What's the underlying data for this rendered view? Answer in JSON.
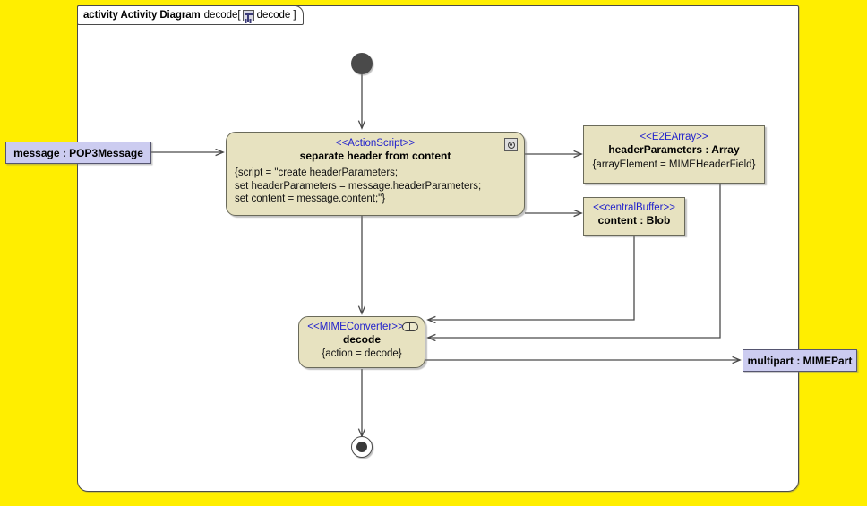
{
  "canvas": {
    "background_color": "#ffee00",
    "frame_color": "#ffffff"
  },
  "frame": {
    "keyword": "activity Activity Diagram",
    "name": "decode[",
    "icon": "activity-diagram-icon",
    "tab_label": "decode",
    "bracket_close": "]"
  },
  "nodes": {
    "initial": {
      "name": "initial-node",
      "color": "#4a4a4a"
    },
    "final": {
      "name": "activity-final-node",
      "color": "#3a3a3a"
    },
    "input_pin": {
      "label": "message : POP3Message",
      "fill": "#ccccf0"
    },
    "output_pin": {
      "label": "multipart : MIMEPart",
      "fill": "#ccccf0"
    },
    "action_script": {
      "stereotype": "<<ActionScript>>",
      "name": "separate header from content",
      "icon": "script-gear-icon",
      "body_lines": [
        "{script = \"create headerParameters;",
        "set headerParameters = message.headerParameters;",
        "set content = message.content;\"}"
      ],
      "fill": "#e7e2c0"
    },
    "header_parameters": {
      "stereotype": "<<E2EArray>>",
      "name": "headerParameters : Array",
      "body": "{arrayElement = MIMEHeaderField}",
      "fill": "#e7e2c0"
    },
    "content_buffer": {
      "stereotype": "<<centralBuffer>>",
      "name": "content : Blob",
      "fill": "#e7e2c0"
    },
    "decode_action": {
      "stereotype": "<<MIMEConverter>>",
      "name": "decode",
      "icon": "signal-pill-icon",
      "body": "{action = decode}",
      "fill": "#e7e2c0"
    }
  },
  "edges": [
    {
      "name": "edge-message-to-separate",
      "from": "message : POP3Message",
      "to": "separate header from content"
    },
    {
      "name": "edge-initial-to-separate",
      "from": "initial-node",
      "to": "separate header from content"
    },
    {
      "name": "edge-separate-to-headerParameters",
      "from": "separate header from content",
      "to": "headerParameters : Array"
    },
    {
      "name": "edge-separate-to-content",
      "from": "separate header from content",
      "to": "content : Blob"
    },
    {
      "name": "edge-separate-to-decode",
      "from": "separate header from content",
      "to": "decode"
    },
    {
      "name": "edge-content-to-decode",
      "from": "content : Blob",
      "to": "decode"
    },
    {
      "name": "edge-headerParameters-to-decode",
      "from": "headerParameters : Array",
      "to": "decode"
    },
    {
      "name": "edge-decode-to-multipart",
      "from": "decode",
      "to": "multipart : MIMEPart"
    },
    {
      "name": "edge-decode-to-final",
      "from": "decode",
      "to": "activity-final-node"
    }
  ]
}
